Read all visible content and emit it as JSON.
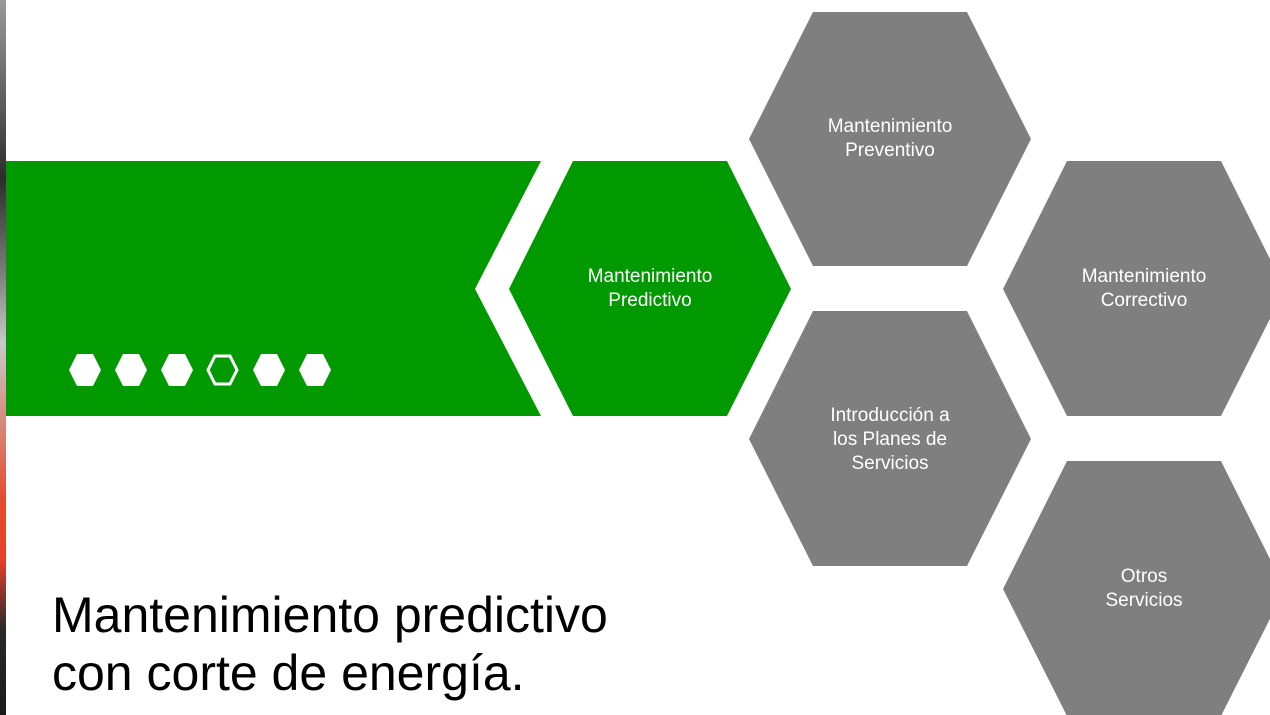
{
  "colors": {
    "accent_green": "#009900",
    "hex_gray": "#7f7f7f",
    "text_white": "#ffffff",
    "title_text": "#000000"
  },
  "nav": {
    "dots": [
      {
        "state": "filled",
        "name": "nav-dot-1"
      },
      {
        "state": "filled",
        "name": "nav-dot-2"
      },
      {
        "state": "filled",
        "name": "nav-dot-3"
      },
      {
        "state": "current",
        "name": "nav-dot-4"
      },
      {
        "state": "filled",
        "name": "nav-dot-5"
      },
      {
        "state": "filled",
        "name": "nav-dot-6"
      }
    ]
  },
  "hexagons": {
    "predictivo": {
      "line1": "Mantenimiento",
      "line2": "Predictivo"
    },
    "preventivo": {
      "line1": "Mantenimiento",
      "line2": "Preventivo"
    },
    "correctivo": {
      "line1": "Mantenimiento",
      "line2": "Correctivo"
    },
    "planes": {
      "line1": "Introducción a",
      "line2": "los Planes de",
      "line3": "Servicios"
    },
    "otros": {
      "line1": "Otros",
      "line2": "Servicios"
    }
  },
  "title": {
    "line1": "Mantenimiento predictivo",
    "line2": "con corte de energía."
  }
}
